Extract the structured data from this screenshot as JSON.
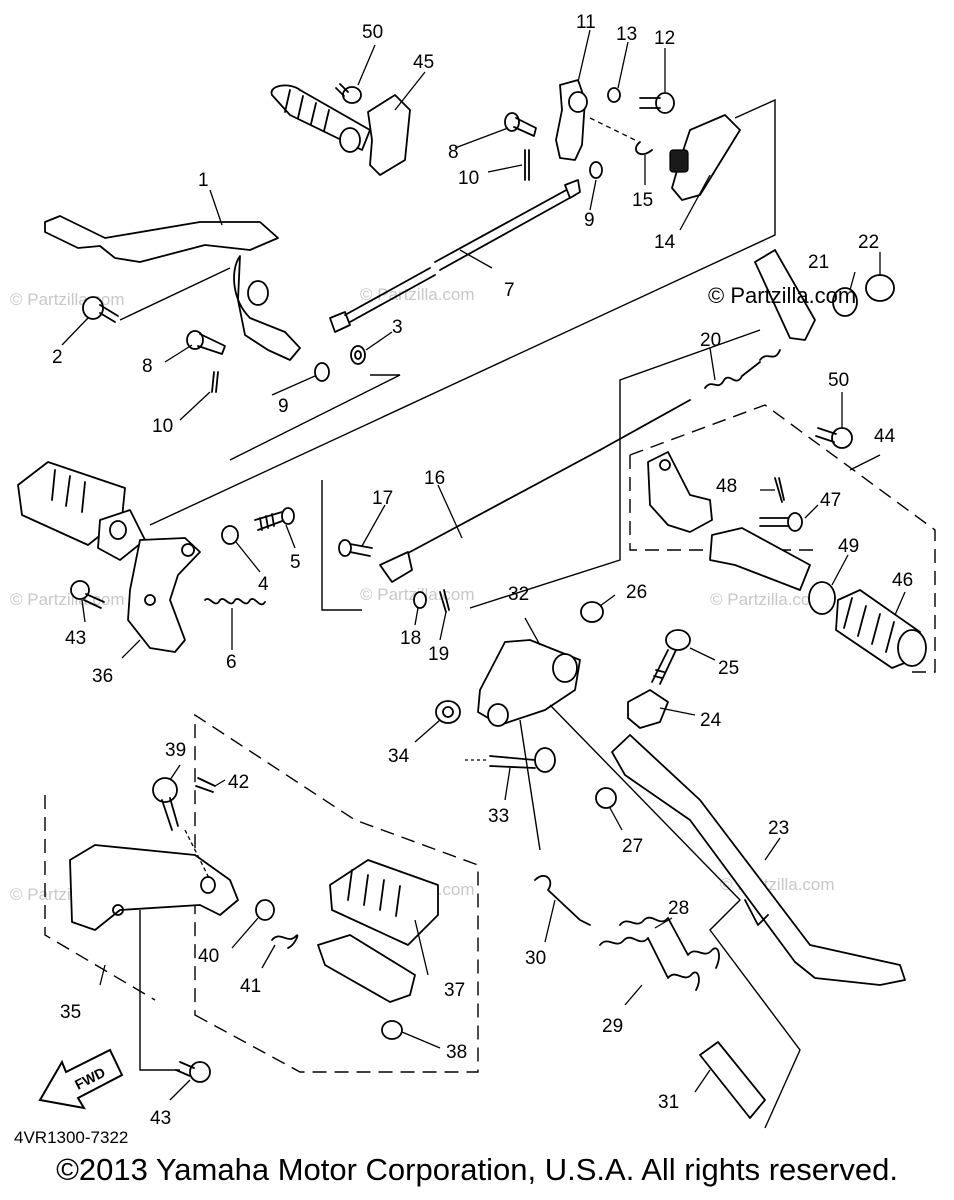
{
  "diagram": {
    "drawing_code": "4VR1300-7322",
    "copyright": "©2013 Yamaha Motor Corporation, U.S.A. All rights reserved.",
    "site_label": "© Partzilla.com",
    "watermark": "© Partzilla.com",
    "fwd_label": "FWD",
    "callouts": [
      "1",
      "2",
      "3",
      "4",
      "5",
      "6",
      "7",
      "8",
      "9",
      "10",
      "11",
      "12",
      "13",
      "14",
      "15",
      "16",
      "17",
      "18",
      "19",
      "20",
      "21",
      "22",
      "23",
      "24",
      "25",
      "26",
      "27",
      "28",
      "29",
      "30",
      "31",
      "32",
      "33",
      "34",
      "35",
      "36",
      "37",
      "38",
      "39",
      "40",
      "41",
      "42",
      "43",
      "44",
      "45",
      "46",
      "47",
      "48",
      "49",
      "50"
    ]
  }
}
